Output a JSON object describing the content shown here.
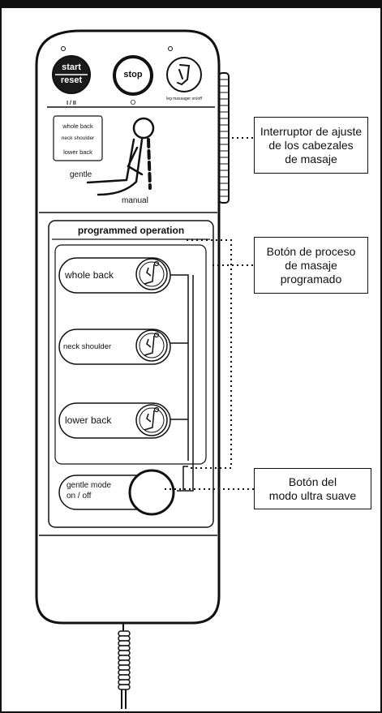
{
  "remote": {
    "top_buttons": {
      "start_reset": {
        "top": "start",
        "bottom": "reset",
        "sub": "I / II"
      },
      "stop": {
        "label": "stop",
        "sub": "O"
      },
      "leg_massager": {
        "label": "leg massager on/off"
      }
    },
    "head_selector": {
      "options": [
        "whole back",
        "neck shoulder",
        "lower back"
      ],
      "gentle_label": "gentle",
      "manual_label": "manual"
    },
    "programmed_operation": {
      "title": "programmed operation",
      "buttons": [
        "whole back",
        "neck shoulder",
        "lower back"
      ]
    },
    "gentle_mode": {
      "line1": "gentle mode",
      "line2": "on / off"
    }
  },
  "callouts": [
    "Interruptor de ajuste\nde los cabezales\nde masaje",
    "Botón de proceso\nde masaje\nprogramado",
    "Botón del\nmodo ultra suave"
  ],
  "colors": {
    "ink": "#111111",
    "background": "#ffffff",
    "button_dark": "#1a1a1a"
  }
}
